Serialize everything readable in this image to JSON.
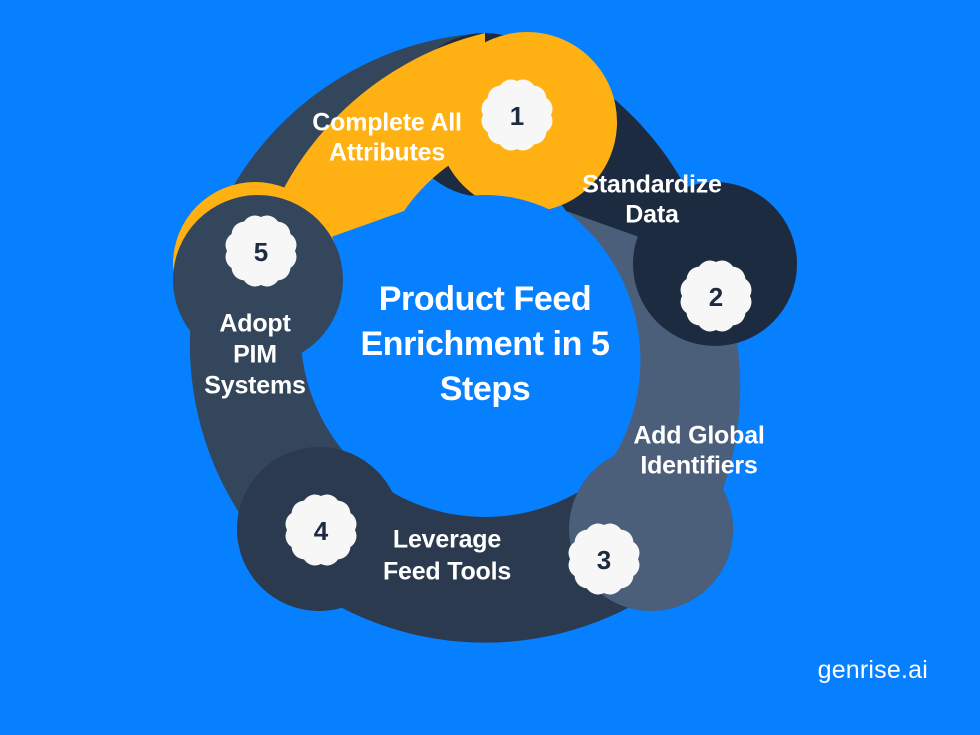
{
  "background_color": "#0680FF",
  "center": {
    "title_lines": [
      "Product Feed",
      "Enrichment in 5",
      "Steps"
    ],
    "fill": "#0680FF",
    "text_color": "#FFFFFF"
  },
  "watermark": "genrise.ai",
  "chart_data": {
    "type": "pie",
    "title": "Product Feed Enrichment in 5 Steps",
    "subtitle": "",
    "xlabel": "",
    "ylabel": "",
    "legend_position": "none",
    "grid": false,
    "categories": [
      "Complete All Attributes",
      "Standardize Data",
      "Add Global Identifiers",
      "Leverage Feed Tools",
      "Adopt PIM Systems"
    ],
    "values": [
      20,
      20,
      20,
      20,
      20
    ],
    "colors": [
      "#FFB114",
      "#1C2B3F",
      "#4C5F7A",
      "#2B3A4E",
      "#33465C"
    ],
    "annotations": [
      "1",
      "2",
      "3",
      "4",
      "5"
    ]
  },
  "segments": [
    {
      "number": "1",
      "label_lines": [
        "Complete All",
        "Attributes"
      ],
      "color": "#FFB114",
      "text_color": "#FFFFFF",
      "badge_fill": "#F7F7F7",
      "badge_text_color": "#1C2B3F"
    },
    {
      "number": "2",
      "label_lines": [
        "Standardize",
        "Data"
      ],
      "color": "#1C2B3F",
      "text_color": "#FFFFFF",
      "badge_fill": "#F7F7F7",
      "badge_text_color": "#1C2B3F"
    },
    {
      "number": "3",
      "label_lines": [
        "Add Global",
        "Identifiers"
      ],
      "color": "#4C5F7A",
      "text_color": "#FFFFFF",
      "badge_fill": "#F7F7F7",
      "badge_text_color": "#1C2B3F"
    },
    {
      "number": "4",
      "label_lines": [
        "Leverage",
        "Feed Tools"
      ],
      "color": "#2B3A4E",
      "text_color": "#FFFFFF",
      "badge_fill": "#F7F7F7",
      "badge_text_color": "#1C2B3F"
    },
    {
      "number": "5",
      "label_lines": [
        "Adopt",
        "PIM",
        "Systems"
      ],
      "color": "#33465C",
      "text_color": "#FFFFFF",
      "badge_fill": "#F7F7F7",
      "badge_text_color": "#1C2B3F"
    }
  ]
}
